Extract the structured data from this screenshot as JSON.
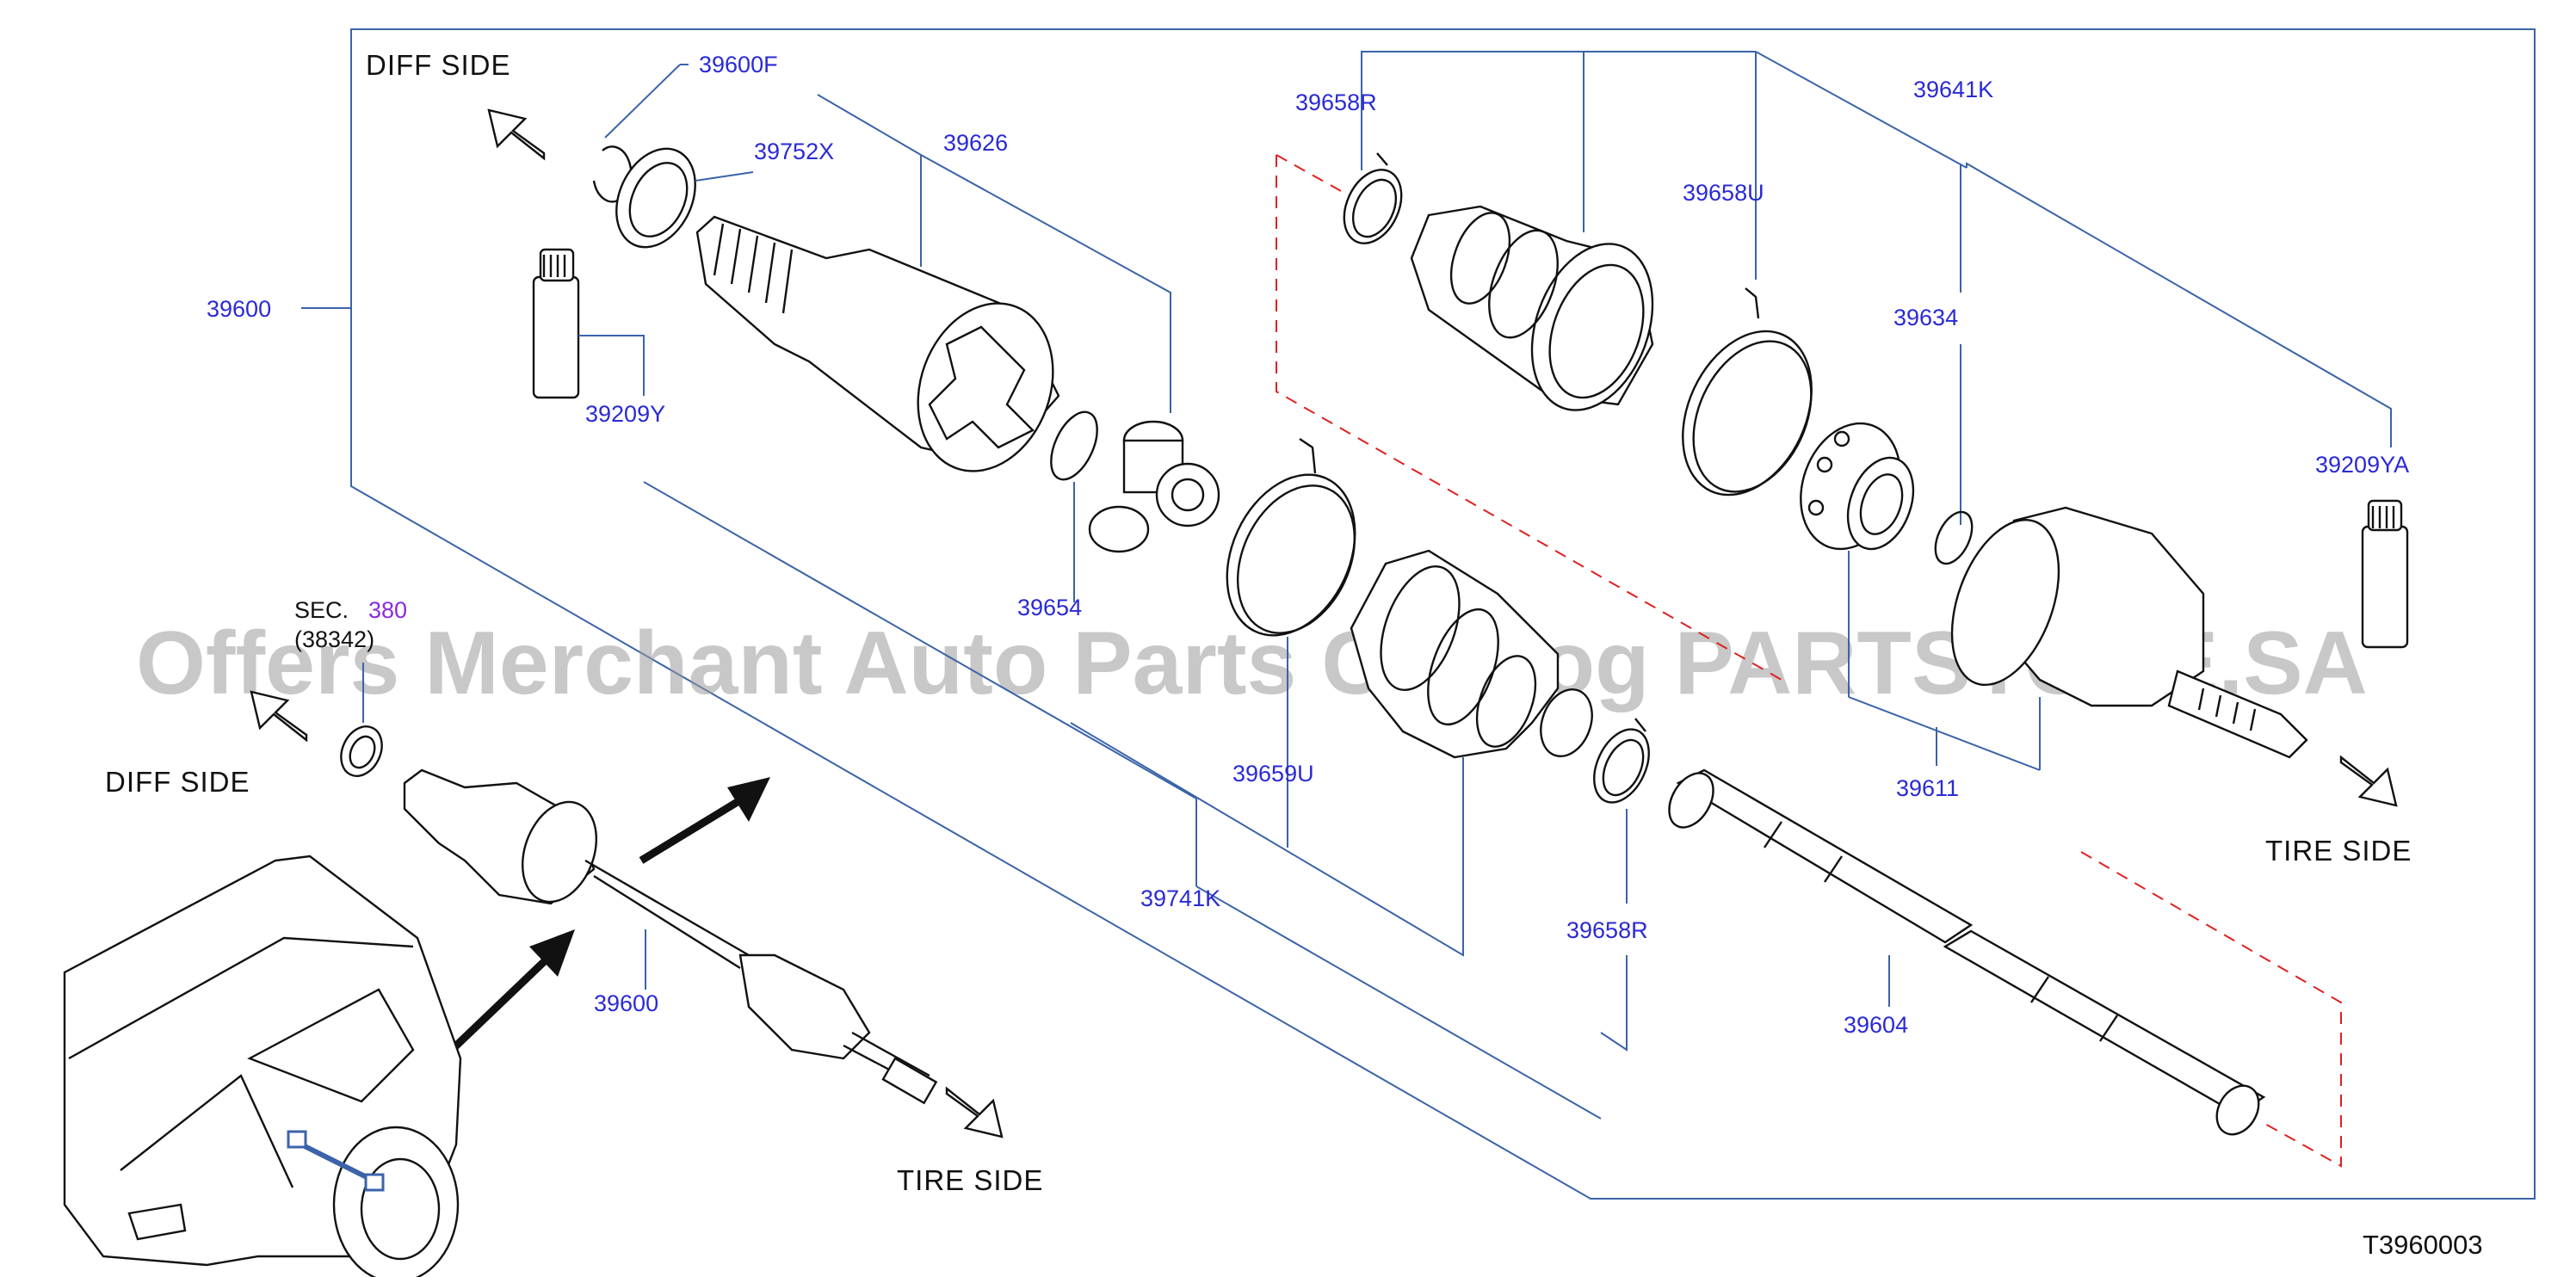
{
  "diagram": {
    "figure_code": "T3960003",
    "watermark": "Offers Merchant Auto Parts Catalog PARTSTORE.SA",
    "side_labels": {
      "diff_side_top": "DIFF   SIDE",
      "diff_side_left": "DIFF   SIDE",
      "tire_side_right": "TIRE   SIDE",
      "tire_side_bottom": "TIRE   SIDE"
    },
    "section_ref": {
      "prefix": "SEC.",
      "number": "380",
      "sub": "(38342)"
    },
    "part_numbers": {
      "p39600F": "39600F",
      "p39752X": "39752X",
      "p39626": "39626",
      "p39600_top": "39600",
      "p39209Y": "39209Y",
      "p39658R_top": "39658R",
      "p39658U": "39658U",
      "p39641K": "39641K",
      "p39634": "39634",
      "p39209YA": "39209YA",
      "p39654": "39654",
      "p39659U": "39659U",
      "p39741K": "39741K",
      "p39611": "39611",
      "p39658R_bottom": "39658R",
      "p39604": "39604",
      "p39600_bottom": "39600"
    },
    "colors": {
      "callout_text": "#2a2ad6",
      "leader_line": "#3b63a8",
      "dashed_guide": "#e02020",
      "section_number": "#8a2be2"
    }
  }
}
